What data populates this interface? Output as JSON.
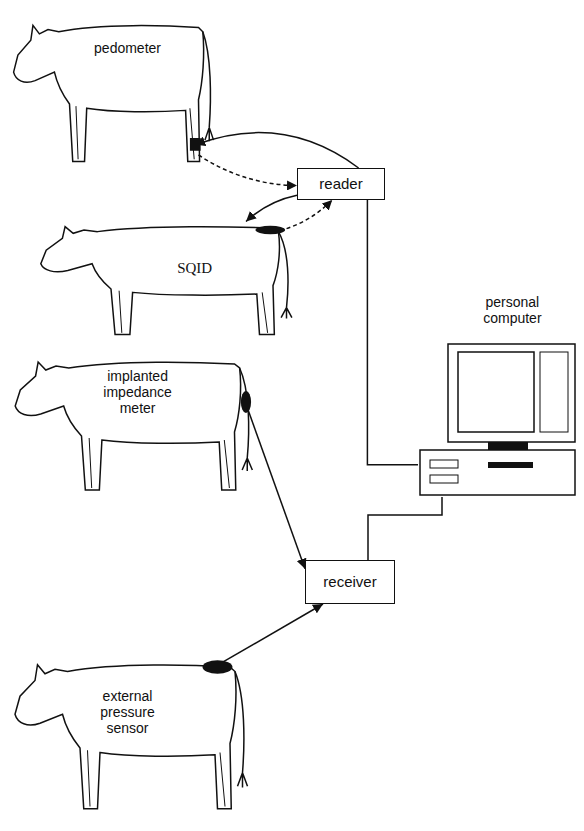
{
  "diagram": {
    "nodes": [
      {
        "text": [
          "pedometer"
        ]
      },
      {
        "text": [
          "reader"
        ]
      },
      {
        "text": [
          "SQID"
        ]
      },
      {
        "text": [
          "personal computer"
        ]
      },
      {
        "text": [
          "implanted impedance meter"
        ]
      },
      {
        "text": [
          "receiver"
        ]
      },
      {
        "text": [
          "external pressure sensor"
        ]
      }
    ],
    "edges": [
      {
        "from": 1,
        "to": 0,
        "arrow": "to"
      },
      {
        "from": 0,
        "to": 1,
        "arrow": "to"
      },
      {
        "from": 1,
        "to": 2,
        "arrow": "to"
      },
      {
        "from": 2,
        "to": 1,
        "arrow": "to"
      },
      {
        "from": 4,
        "to": 5,
        "arrow": "to"
      },
      {
        "from": 6,
        "to": 5,
        "arrow": "to"
      },
      {
        "from": 1,
        "to": 3,
        "arrow": "none"
      },
      {
        "from": 5,
        "to": 3,
        "arrow": "none"
      }
    ]
  }
}
